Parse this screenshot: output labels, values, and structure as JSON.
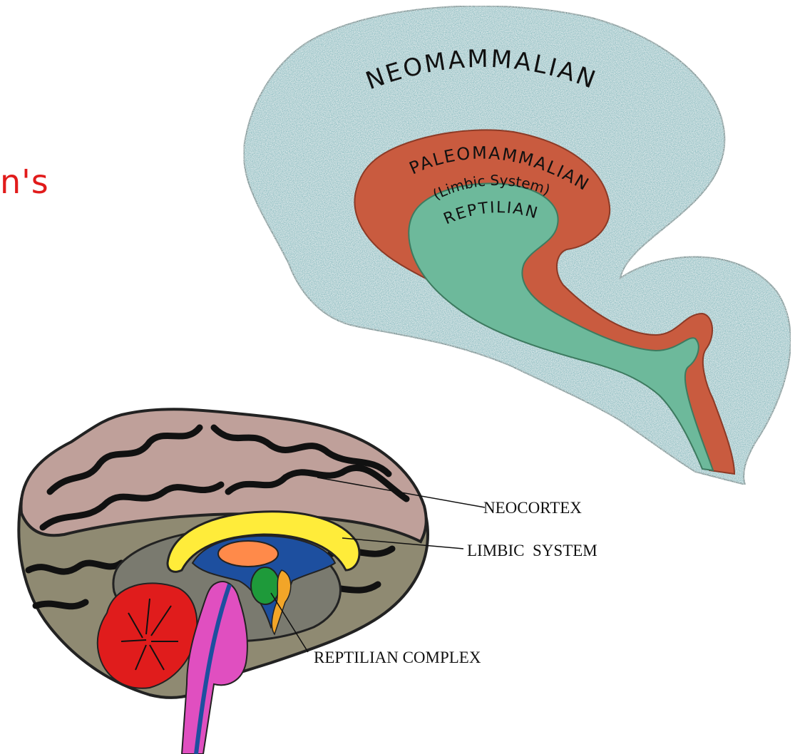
{
  "partial_title": "n's",
  "triune_model": {
    "outer_layer": "NEOMAMMALIAN",
    "middle_layer": "PALEOMAMMALIAN",
    "middle_subtitle": "(Limbic System)",
    "inner_layer": "REPTILIAN",
    "colors": {
      "outer": "#8fbfc3",
      "middle": "#c95b3f",
      "inner": "#6db99b"
    }
  },
  "brain_section": {
    "labels": {
      "neocortex": "NEOCORTEX",
      "limbic_system": "LIMBIC  SYSTEM",
      "reptilian_complex": "REPTILIAN COMPLEX"
    },
    "colors": {
      "cortex": "#bfa09a",
      "cortex_lower": "#8f8a72",
      "corpus_callosum": "#ffec3a",
      "ventricle": "#1d4f9f",
      "cerebellum": "#e01c1c",
      "brainstem": "#e04fc0",
      "thalamus": "#ff8a4a",
      "hypothalamus": "#1e9a3a",
      "amygdala": "#f2a528"
    }
  }
}
